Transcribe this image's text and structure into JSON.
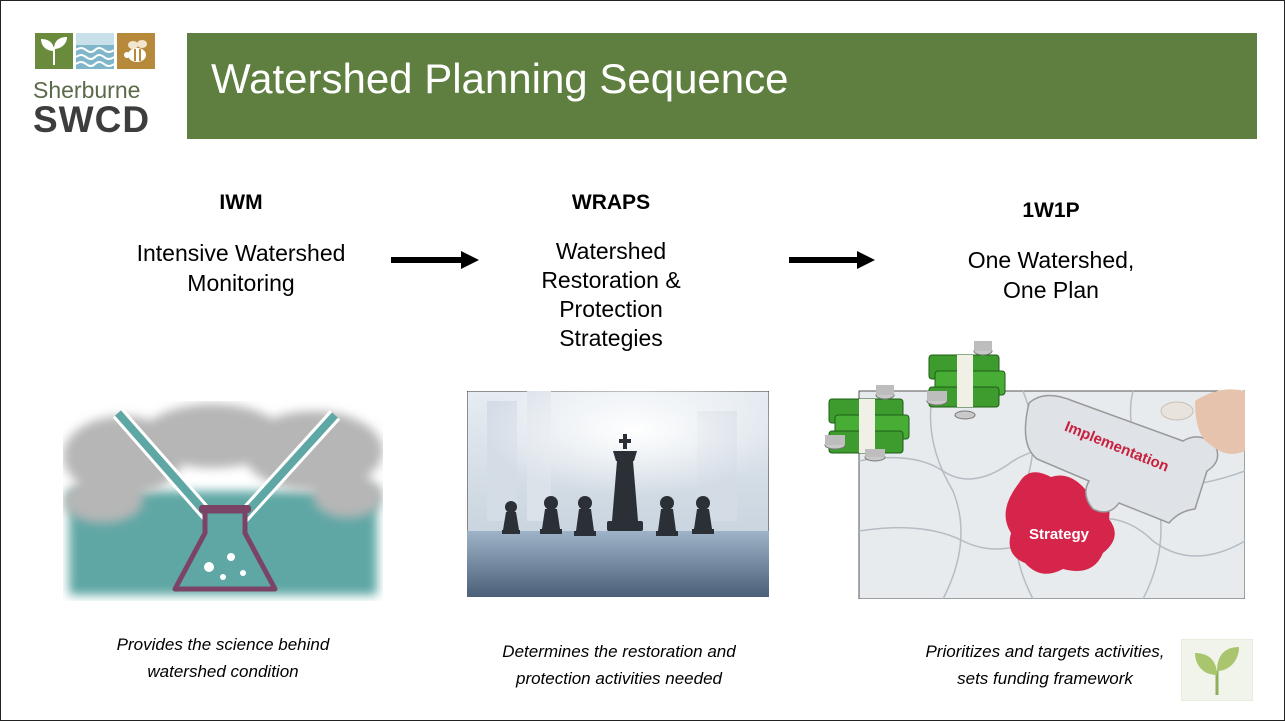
{
  "logo": {
    "name": "Sherburne",
    "org": "SWCD"
  },
  "title": "Watershed Planning Sequence",
  "colors": {
    "title_bar": "#5e7f3f",
    "arrow": "#000000",
    "puzzle_red": "#d6254a"
  },
  "steps": [
    {
      "abbr": "IWM",
      "lines": [
        "Intensive Watershed",
        "Monitoring"
      ],
      "caption": [
        "Provides the science behind",
        "watershed condition"
      ],
      "image": "lab-flask-illustration"
    },
    {
      "abbr": "WRAPS",
      "lines": [
        "Watershed",
        "Restoration &",
        "Protection",
        "Strategies"
      ],
      "caption": [
        "Determines the restoration and",
        "protection activities needed"
      ],
      "image": "chess-pieces-photo"
    },
    {
      "abbr": "1W1P",
      "lines": [
        "One Watershed,",
        "One Plan"
      ],
      "caption": [
        "Prioritizes and targets activities,",
        "sets funding framework"
      ],
      "image": "puzzle-money-photo",
      "puzzle_labels": {
        "top": "Implementation",
        "center": "Strategy"
      }
    }
  ],
  "arrows": [
    "right-arrow-icon",
    "right-arrow-icon"
  ],
  "corner_icon": "leaf-icon"
}
